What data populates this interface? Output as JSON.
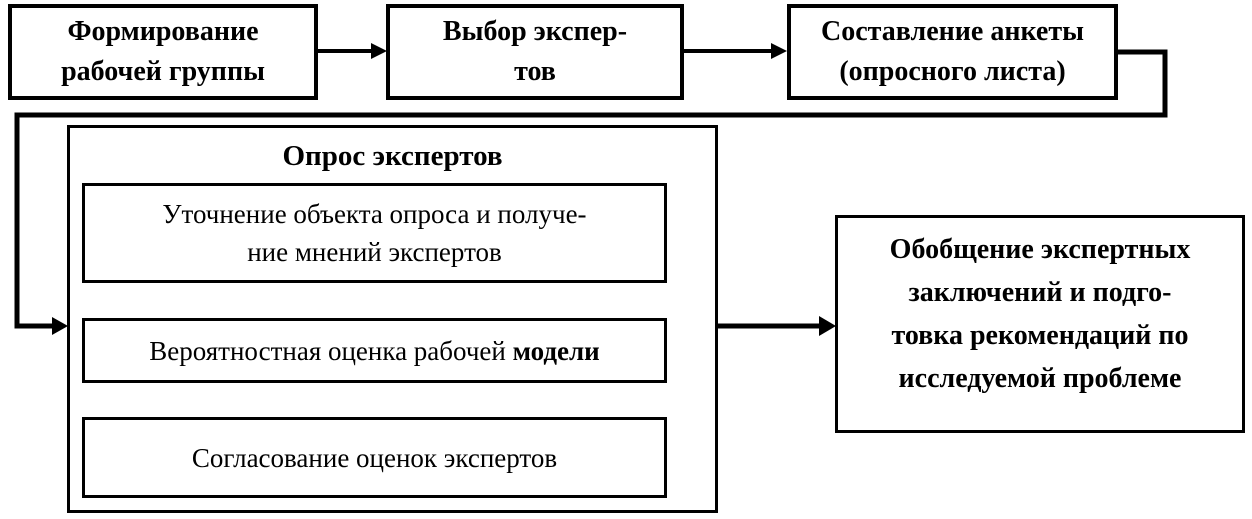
{
  "colors": {
    "ink": "#000000",
    "paper": "#ffffff"
  },
  "flowchart": {
    "top_boxes": [
      {
        "lines": [
          "Формирование",
          "рабочей группы"
        ]
      },
      {
        "lines": [
          "Выбор экспер-",
          "тов"
        ]
      },
      {
        "lines": [
          "Составление анкеты",
          "(опросного листа)"
        ]
      }
    ],
    "survey_group": {
      "title": "Опрос экспертов",
      "steps": [
        {
          "lines": [
            "Уточнение объекта опроса и получе-",
            "ние мнений экспертов"
          ]
        },
        {
          "regular": "Вероятностная оценка рабочей ",
          "bold": "модели"
        },
        {
          "lines": [
            "Согласование оценок экспертов"
          ]
        }
      ]
    },
    "result_box": {
      "lines": [
        "Обобщение экспертных",
        "заключений и подго-",
        "товка рекомендаций по",
        "исследуемой проблеме"
      ]
    }
  }
}
